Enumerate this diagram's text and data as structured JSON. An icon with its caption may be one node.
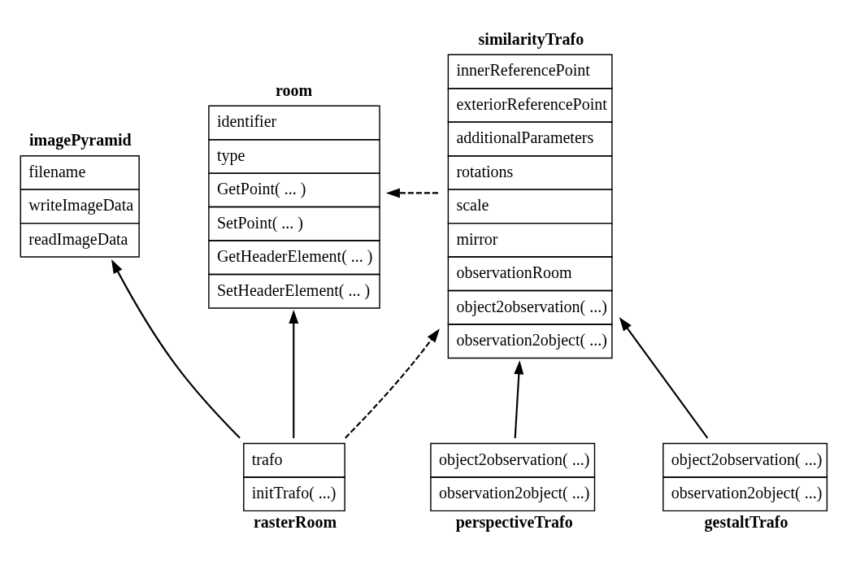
{
  "diagram": {
    "nodes": [
      {
        "text": [
          "imagePyramid",
          "filename",
          "writeImageData",
          "readImageData"
        ]
      },
      {
        "text": [
          "room",
          "identifier",
          "type",
          "GetPoint( ... )",
          "SetPoint( ... )",
          "GetHeaderElement( ... )",
          "SetHeaderElement( ... )"
        ]
      },
      {
        "text": [
          "similarityTrafo",
          "innerReferencePoint",
          "exteriorReferencePoint",
          "additionalParameters",
          "rotations",
          "scale",
          "mirror",
          "observationRoom",
          "object2observation( ...)",
          "observation2object( ...)"
        ]
      },
      {
        "text": [
          "trafo",
          "initTrafo( ...)",
          "rasterRoom"
        ]
      },
      {
        "text": [
          "object2observation( ...)",
          "observation2object( ...)",
          "perspectiveTrafo"
        ]
      },
      {
        "text": [
          "object2observation( ...)",
          "observation2object( ...)",
          "gestaltTrafo"
        ]
      }
    ],
    "edges": [
      {
        "from": 3,
        "to": 0,
        "arrow": "to"
      },
      {
        "from": 3,
        "to": 1,
        "arrow": "to"
      },
      {
        "from": 3,
        "to": 2,
        "arrow": "to",
        "style": "dashed"
      },
      {
        "from": 2,
        "to": 1,
        "arrow": "to",
        "style": "dashed"
      },
      {
        "from": 4,
        "to": 2,
        "arrow": "to"
      },
      {
        "from": 5,
        "to": 2,
        "arrow": "to"
      }
    ]
  }
}
